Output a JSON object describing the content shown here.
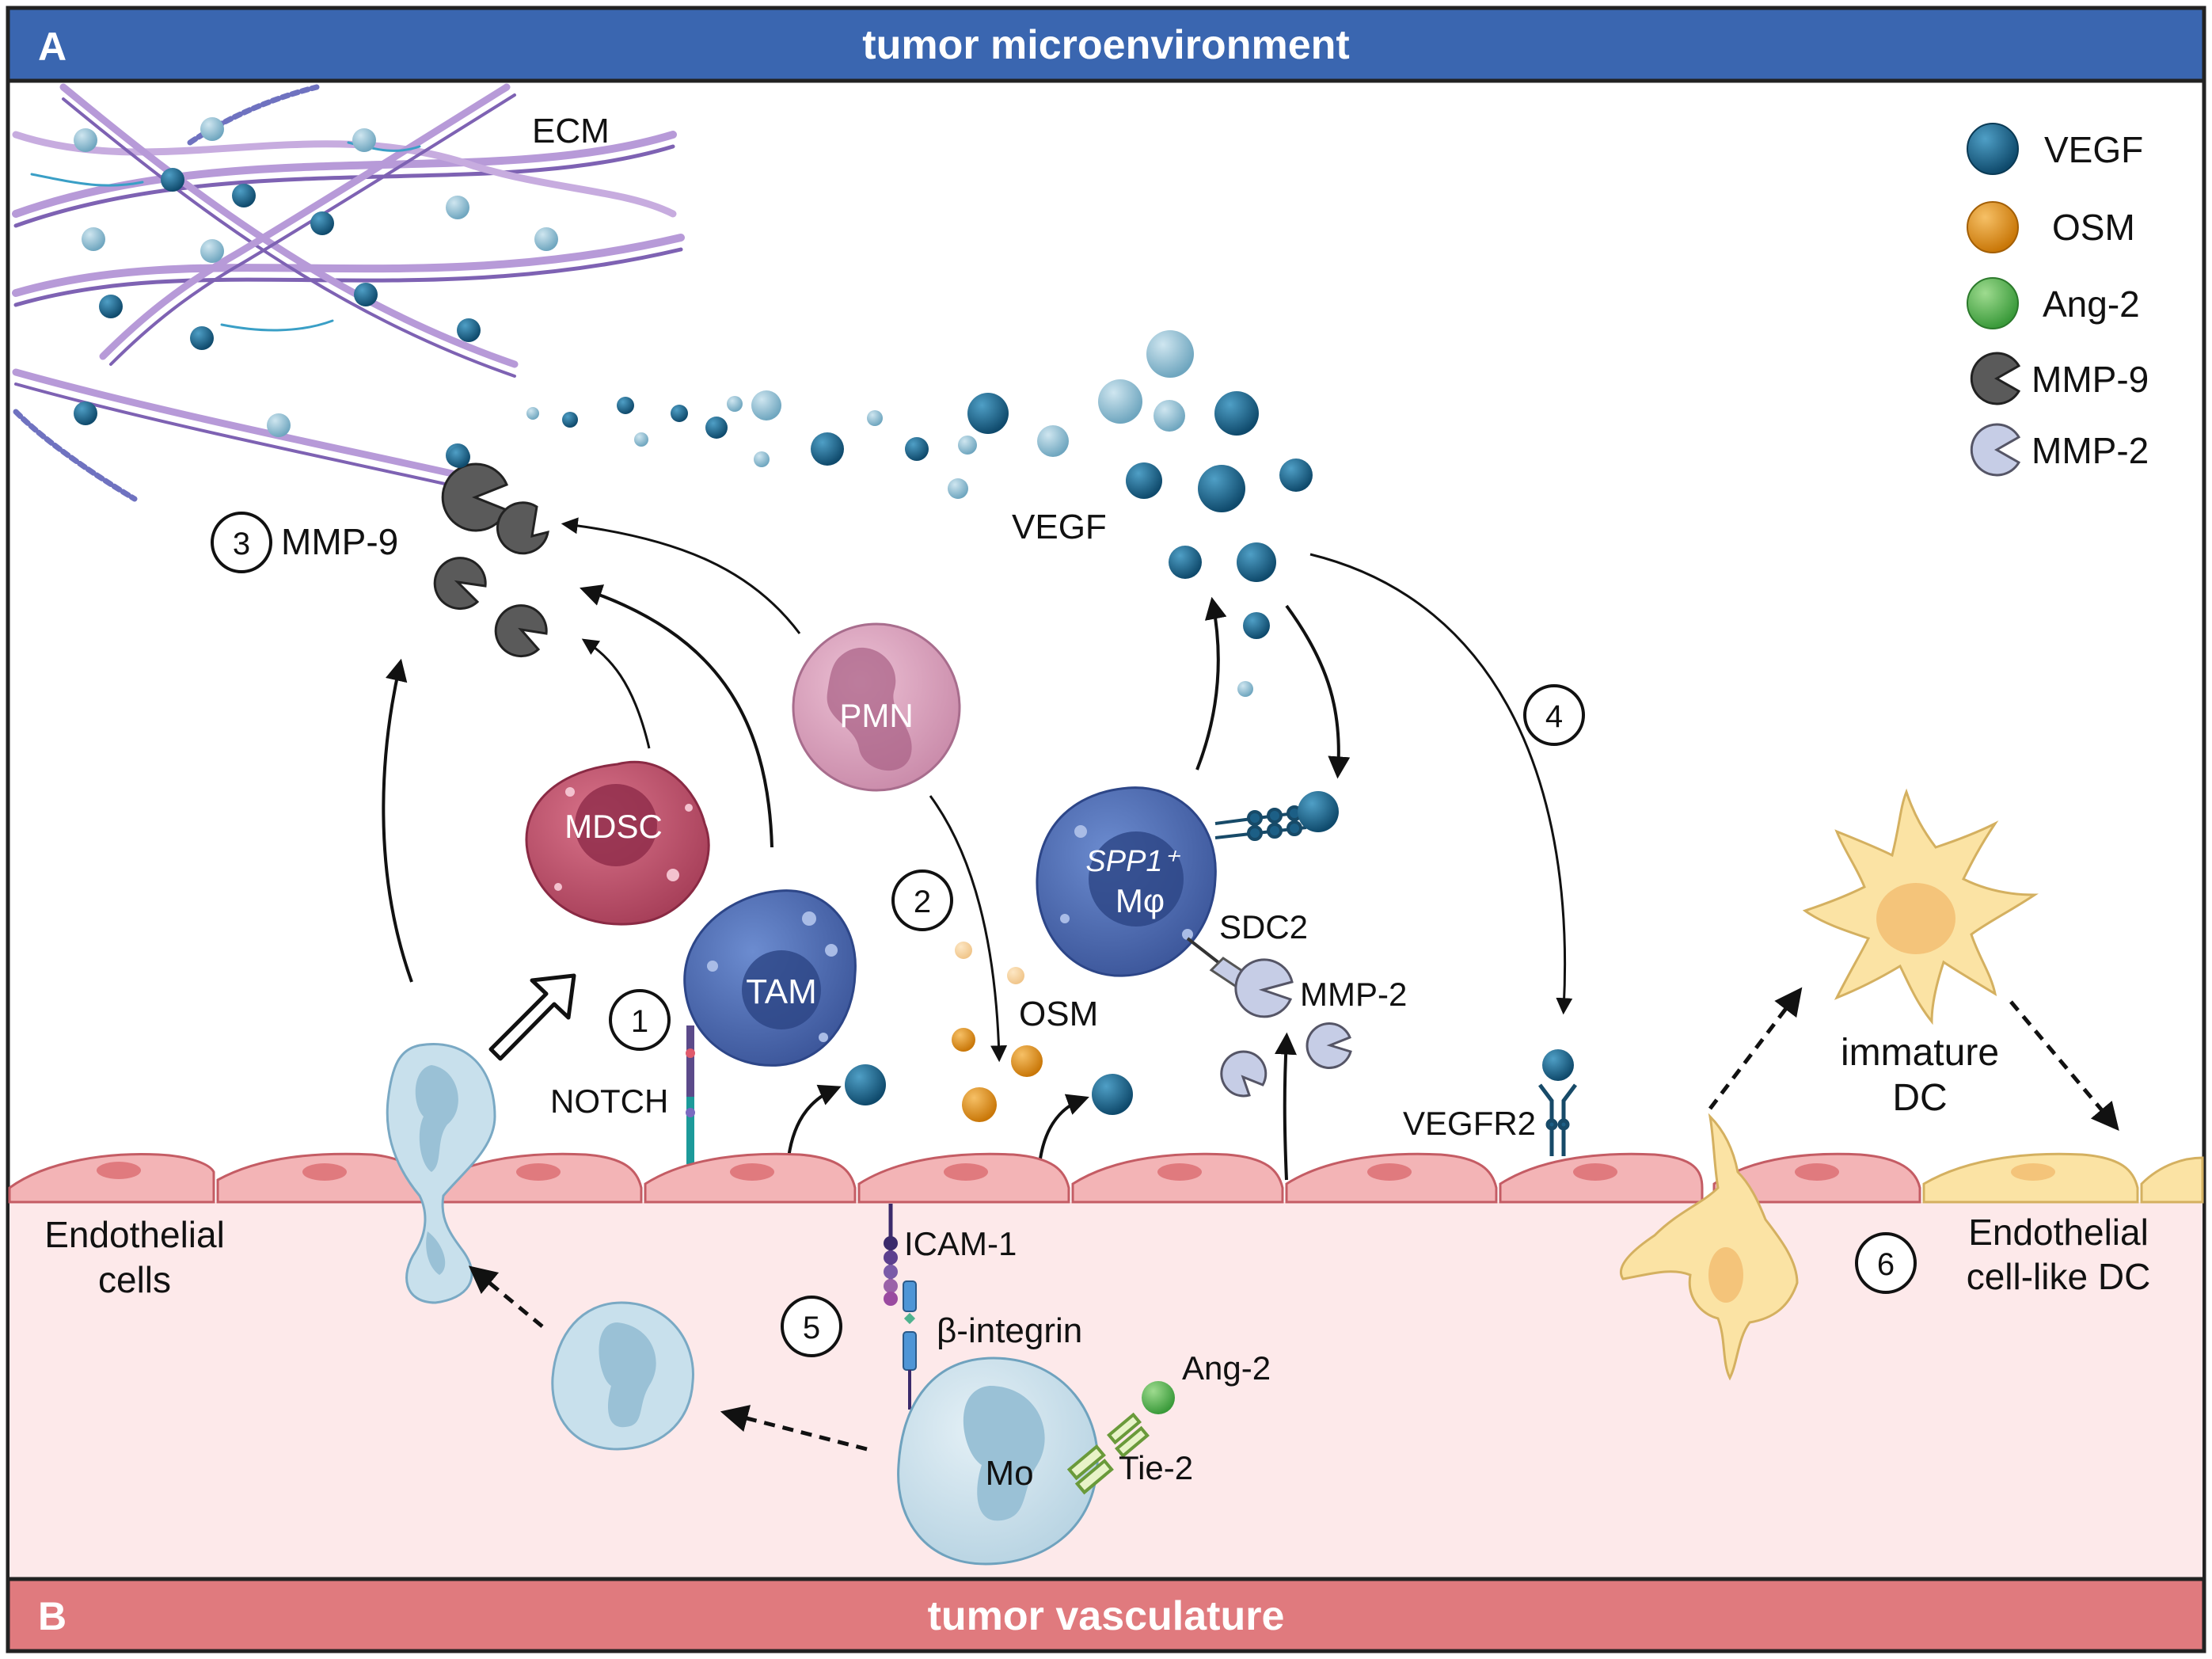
{
  "header": {
    "panel_letter": "A",
    "title": "tumor microenvironment",
    "color": "#3a66b0"
  },
  "footer": {
    "panel_letter": "B",
    "title": "tumor vasculature",
    "color": "#e07a7e"
  },
  "colors": {
    "vegf": "#1c5f86",
    "osm": "#e0901a",
    "ang2": "#58b24f",
    "mmp9": "#555555",
    "mmp2": "#c6cde6",
    "endothelium": "#f3b4b6",
    "vessel_bg": "#fde9ea",
    "macrophage": "#4f6fb5",
    "mdsc": "#c4566f",
    "pmn": "#d79ab8",
    "dc": "#fbe3a4",
    "monocyte": "#c8e0ec"
  },
  "legend": [
    {
      "label": "VEGF",
      "icon": "vegf-ball-icon"
    },
    {
      "label": "OSM",
      "icon": "osm-ball-icon"
    },
    {
      "label": "Ang-2",
      "icon": "ang2-ball-icon"
    },
    {
      "label": "MMP-9",
      "icon": "mmp9-pacman-icon"
    },
    {
      "label": "MMP-2",
      "icon": "mmp2-pacman-icon"
    }
  ],
  "labels": {
    "ecm": "ECM",
    "mmp9": "MMP-9",
    "vegf": "VEGF",
    "pmn": "PMN",
    "mdsc": "MDSC",
    "tam": "TAM",
    "spp1": "SPP1⁺",
    "mphi": "Mφ",
    "sdc2": "SDC2",
    "mmp2": "MMP-2",
    "osm": "OSM",
    "notch": "NOTCH",
    "vegfr2": "VEGFR2",
    "endothelial_cells_line1": "Endothelial",
    "endothelial_cells_line2": "cells",
    "icam1": "ICAM-1",
    "beta_integrin": "β-integrin",
    "ang2": "Ang-2",
    "tie2": "Tie-2",
    "mo": "Mo",
    "immature_dc_line1": "immature",
    "immature_dc_line2": "DC",
    "ec_like_dc_line1": "Endothelial",
    "ec_like_dc_line2": "cell-like DC"
  },
  "steps": [
    "1",
    "2",
    "3",
    "4",
    "5",
    "6"
  ]
}
